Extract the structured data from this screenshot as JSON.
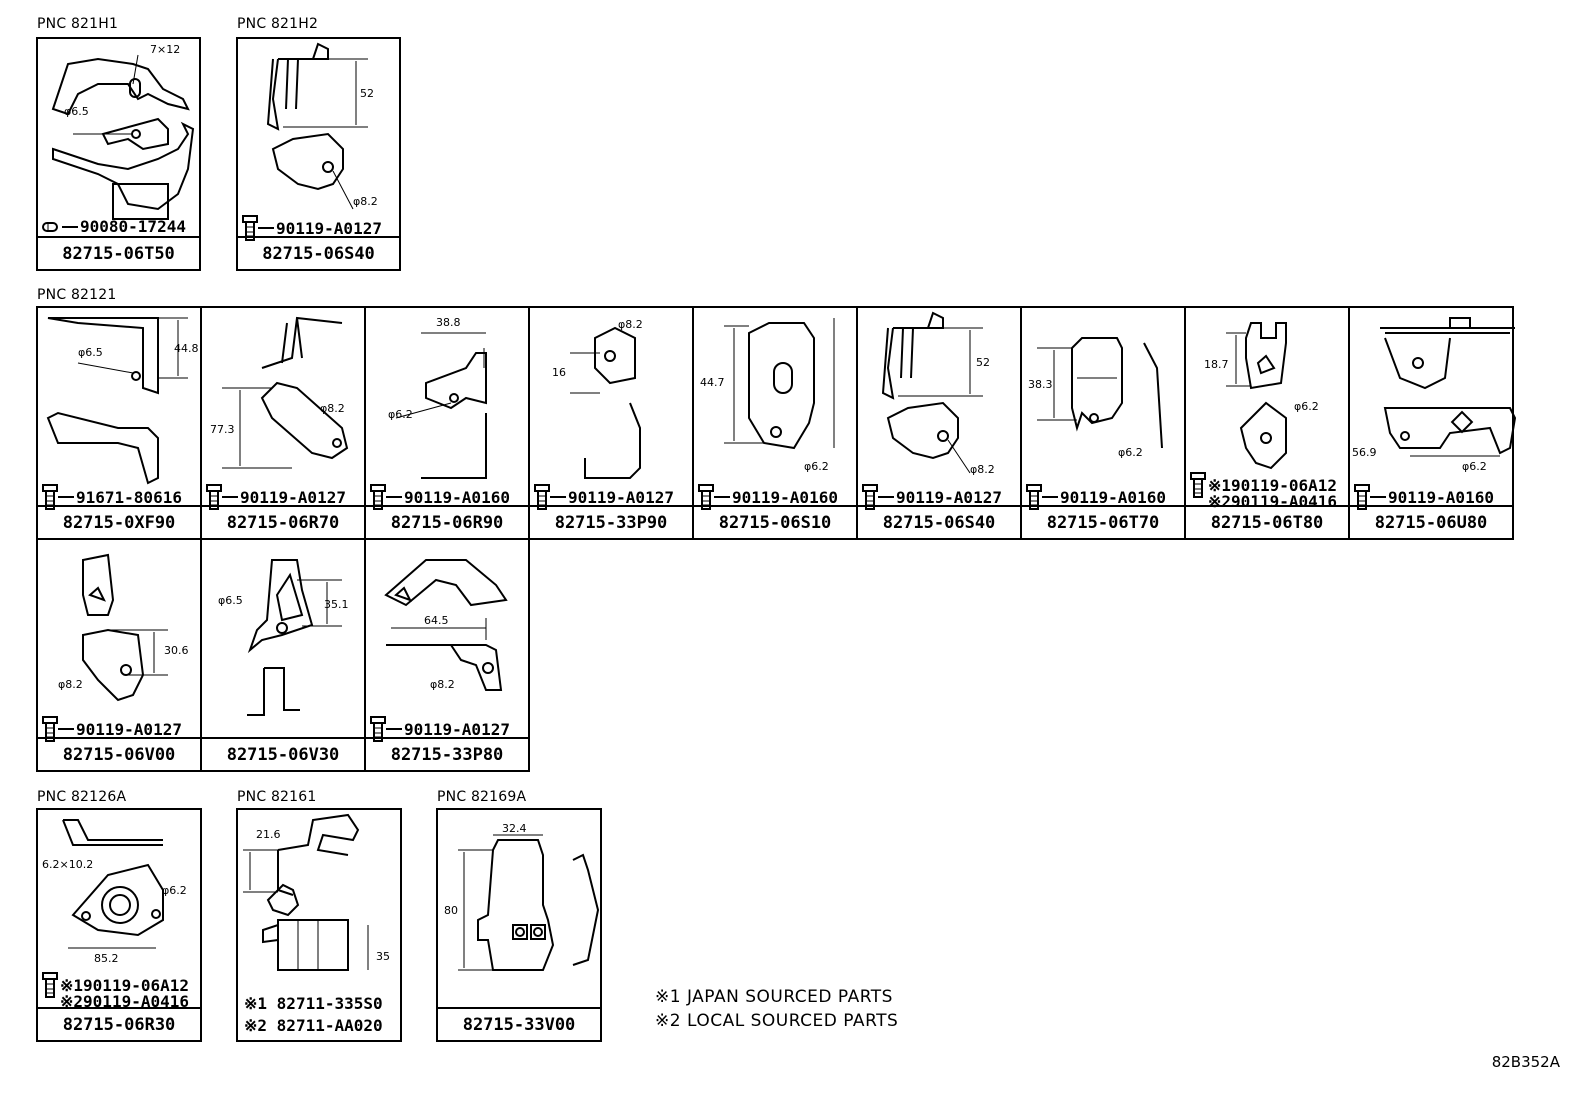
{
  "groups": [
    {
      "label": "PNC 821H1"
    },
    {
      "label": "PNC 821H2"
    },
    {
      "label": "PNC 82121"
    },
    {
      "label": "PNC 82126A"
    },
    {
      "label": "PNC 82161"
    },
    {
      "label": "PNC 82169A"
    }
  ],
  "cells": [
    {
      "part": "82715-06T50",
      "callouts": [
        "90080-17244"
      ],
      "dims": [
        "7×12",
        "φ6.5"
      ]
    },
    {
      "part": "82715-06S40",
      "callouts": [
        "90119-A0127"
      ],
      "dims": [
        "52",
        "φ8.2"
      ]
    },
    {
      "part": "82715-0XF90",
      "callouts": [
        "91671-80616"
      ],
      "dims": [
        "44.8",
        "φ6.5"
      ]
    },
    {
      "part": "82715-06R70",
      "callouts": [
        "90119-A0127"
      ],
      "dims": [
        "77.3",
        "φ8.2"
      ]
    },
    {
      "part": "82715-06R90",
      "callouts": [
        "90119-A0160"
      ],
      "dims": [
        "38.8",
        "φ6.2"
      ]
    },
    {
      "part": "82715-33P90",
      "callouts": [
        "90119-A0127"
      ],
      "dims": [
        "16",
        "φ8.2"
      ]
    },
    {
      "part": "82715-06S10",
      "callouts": [
        "90119-A0160"
      ],
      "dims": [
        "44.7",
        "φ6.2"
      ]
    },
    {
      "part": "82715-06S40",
      "callouts": [
        "90119-A0127"
      ],
      "dims": [
        "52",
        "φ8.2"
      ]
    },
    {
      "part": "82715-06T70",
      "callouts": [
        "90119-A0160"
      ],
      "dims": [
        "38.3",
        "φ6.2"
      ]
    },
    {
      "part": "82715-06T80",
      "callouts": [
        "※190119-06A12",
        "※290119-A0416"
      ],
      "dims": [
        "18.7",
        "φ6.2"
      ]
    },
    {
      "part": "82715-06U80",
      "callouts": [
        "90119-A0160"
      ],
      "dims": [
        "56.9",
        "φ6.2"
      ]
    },
    {
      "part": "82715-06V00",
      "callouts": [
        "90119-A0127"
      ],
      "dims": [
        "30.6",
        "φ8.2"
      ]
    },
    {
      "part": "82715-06V30",
      "callouts": [],
      "dims": [
        "35.1",
        "φ6.5"
      ]
    },
    {
      "part": "82715-33P80",
      "callouts": [
        "90119-A0127"
      ],
      "dims": [
        "64.5",
        "φ8.2"
      ]
    },
    {
      "part": "82715-06R30",
      "callouts": [
        "※190119-06A12",
        "※290119-A0416"
      ],
      "dims": [
        "6.2×10.2",
        "φ6.2",
        "85.2"
      ]
    },
    {
      "part": "※1 82711-335S0",
      "part2": "※2 82711-AA020",
      "callouts": [],
      "dims": [
        "21.6",
        "35"
      ]
    },
    {
      "part": "82715-33V00",
      "callouts": [],
      "dims": [
        "32.4",
        "80"
      ]
    }
  ],
  "notes": [
    "※1 JAPAN SOURCED PARTS",
    "※2 LOCAL SOURCED PARTS"
  ],
  "diagram_code": "82B352A"
}
